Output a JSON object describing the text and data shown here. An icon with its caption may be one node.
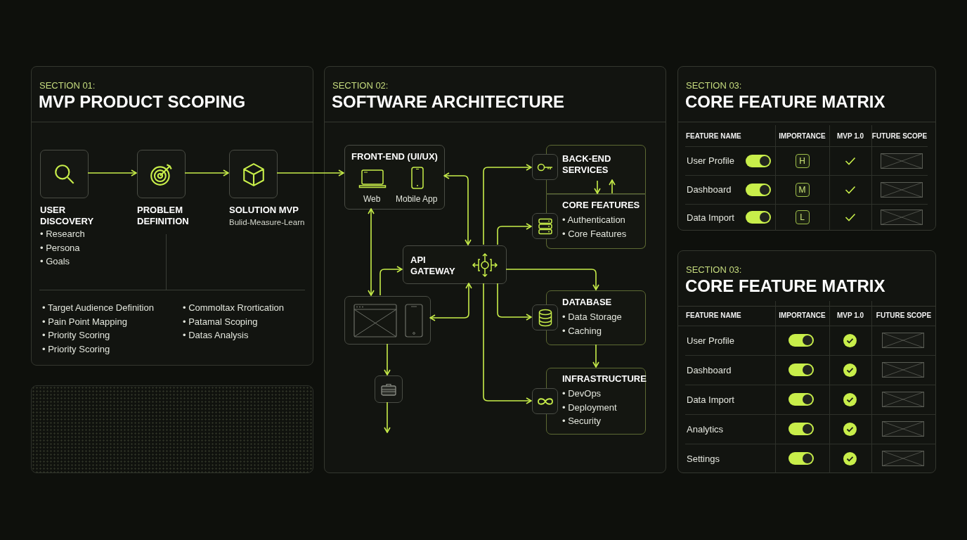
{
  "diagram": {
    "nodes": [
      {
        "text": [
          "SECTION 01:",
          "MVP PRODUCT SCOPING"
        ]
      },
      {
        "text": [
          "USER DISCOVERY",
          "• Research",
          "• Persona",
          "• Goals"
        ],
        "in": 0
      },
      {
        "text": [
          "PROBLEM DEFINITION"
        ],
        "in": 0
      },
      {
        "text": [
          "SOLUTION MVP",
          "Bulid-Measure-Learn"
        ],
        "in": 0
      },
      {
        "text": [
          "SECTION 02:",
          "SOFTWARE ARCHITECTURE"
        ]
      },
      {
        "text": [
          "FRONT-END (UI/UX)",
          "Web",
          "Mobile App"
        ],
        "in": 4
      },
      {
        "text": [
          "API GATEWAY"
        ],
        "in": 4
      },
      {
        "text": [],
        "shape": "box",
        "in": 4
      },
      {
        "text": [],
        "shape": "box",
        "in": 4
      },
      {
        "text": [
          "BACK-END SERVICES"
        ],
        "in": 4
      },
      {
        "text": [
          "CORE FEATURES",
          "• Authentication",
          "• Core Features"
        ],
        "in": 4
      },
      {
        "text": [
          "DATABASE",
          "• Data Storage",
          "• Caching"
        ],
        "in": 4
      },
      {
        "text": [
          "INFRASTRUCTURE",
          "• DevOps",
          "• Deployment",
          "• Security"
        ],
        "in": 4
      },
      {
        "text": [
          "SECTION 03:",
          "CORE FEATURE MATRIX"
        ]
      },
      {
        "text": [
          "SECTION 03:",
          "CORE FEATURE MATRIX"
        ]
      }
    ],
    "edges": [
      {
        "from": 1,
        "to": 2,
        "arrow": "to"
      },
      {
        "from": 2,
        "to": 3,
        "arrow": "to"
      },
      {
        "from": 3,
        "to": 5,
        "arrow": "to"
      },
      {
        "from": 5,
        "to": 6,
        "arrow": "both"
      },
      {
        "from": 5,
        "to": 7,
        "arrow": "both"
      },
      {
        "from": 7,
        "to": 6,
        "arrow": "to"
      },
      {
        "from": 6,
        "to": 7,
        "arrow": "both"
      },
      {
        "from": 6,
        "to": 9,
        "arrow": "to"
      },
      {
        "from": 6,
        "to": 10,
        "arrow": "to"
      },
      {
        "from": 6,
        "to": 11,
        "arrow": "to"
      },
      {
        "from": 6,
        "to": 11,
        "arrow": "to"
      },
      {
        "from": 6,
        "to": 12,
        "arrow": "to"
      },
      {
        "from": 9,
        "to": 10,
        "arrow": "to"
      },
      {
        "from": 10,
        "to": 9,
        "arrow": "to"
      },
      {
        "from": 11,
        "to": 12,
        "arrow": "to"
      },
      {
        "from": 7,
        "to": 8,
        "arrow": "to"
      },
      {
        "from": 8,
        "to": null,
        "arrow": "to"
      }
    ],
    "labels": [
      "• Target Audience Definition",
      "• Commoltax Rrortication",
      "• Pain Point Mapping",
      "• Patamal Scoping",
      "• Priority Scoring",
      "• Datas Analysis",
      "• Priority Scoring",
      "FEATURE NAME",
      "IMPORTANCE",
      "MVP 1.0",
      "FUTURE SCOPE",
      "User Profile",
      "H",
      "Dashboard",
      "M",
      "Data Import",
      "L",
      "FEATURE NAME",
      "IMPORTANCE",
      "MVP 1.0",
      "FUTURE SCOPE",
      "User Profile",
      "Dashboard",
      "Data Import",
      "Analytics",
      "Settings"
    ]
  }
}
